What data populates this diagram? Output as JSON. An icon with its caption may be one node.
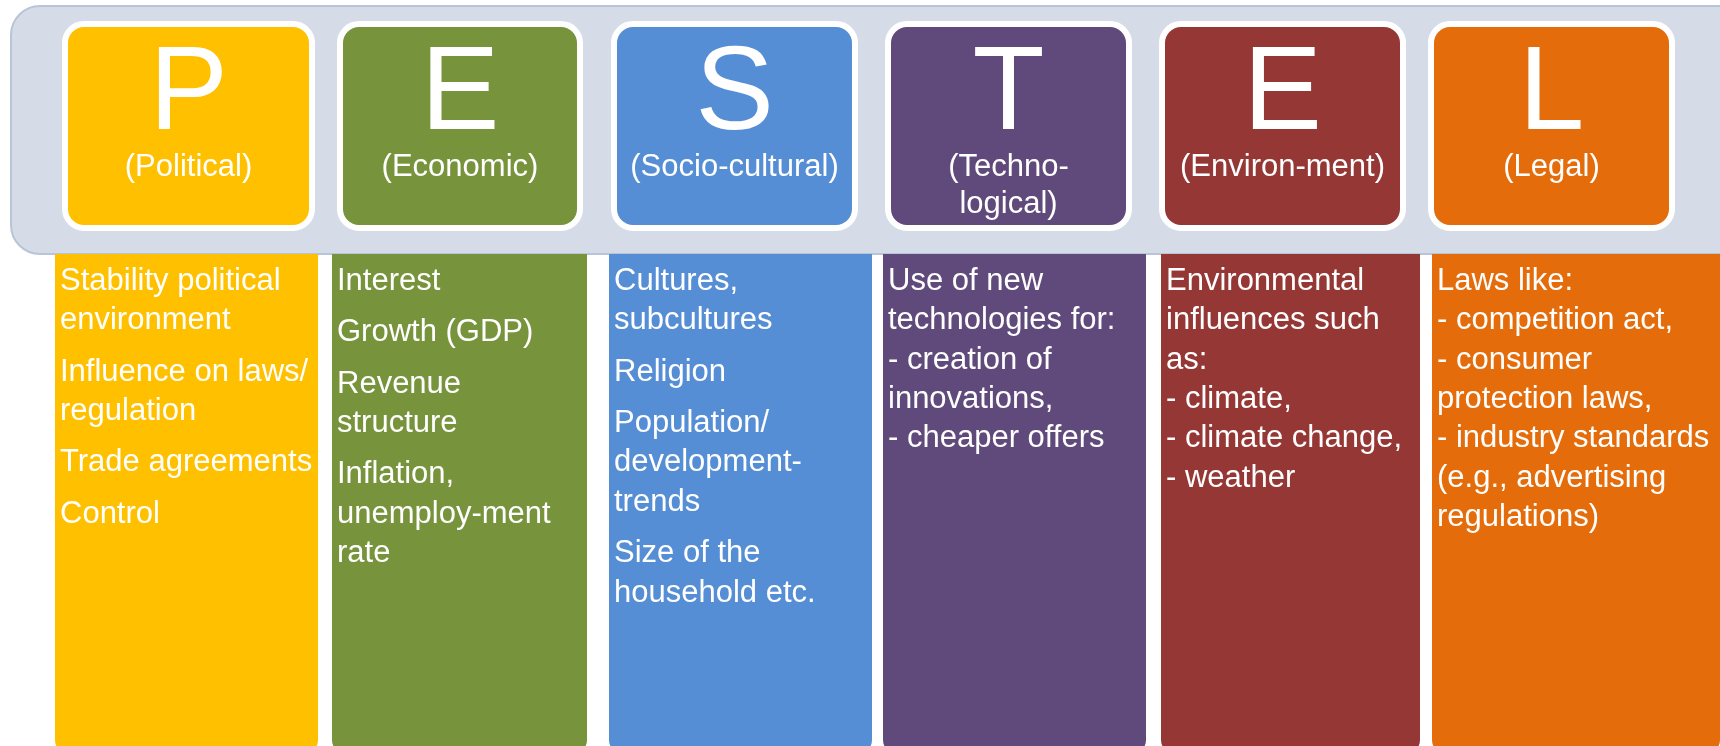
{
  "diagram": {
    "nodes": [
      {
        "text": [],
        "shape": "band"
      },
      {
        "text": [
          "P",
          "(Political)"
        ],
        "in": 0
      },
      {
        "text": [
          "E",
          "(Economic)"
        ],
        "in": 0
      },
      {
        "text": [
          "S",
          "(Socio-cultural)"
        ],
        "in": 0
      },
      {
        "text": [
          "T",
          "(Techno-logical)"
        ],
        "in": 0
      },
      {
        "text": [
          "E",
          "(Environ-ment)"
        ],
        "in": 0
      },
      {
        "text": [
          "L",
          "(Legal)"
        ],
        "in": 0
      },
      {
        "text": [
          "Stability political environment",
          "Influence on laws/ regulation",
          "Trade agreements",
          "Control"
        ]
      },
      {
        "text": [
          "Interest",
          "Growth (GDP)",
          "Revenue structure",
          "Inflation, unemploy-ment rate"
        ]
      },
      {
        "text": [
          "Cultures, subcultures",
          "Religion",
          "Population/ development-trends",
          "Size of the household etc."
        ]
      },
      {
        "text": [
          "Use of new technologies for:",
          "- creation of innovations,",
          "- cheaper offers"
        ]
      },
      {
        "text": [
          "Environmental influences such as:",
          "- climate,",
          "- climate change,",
          "- weather"
        ]
      },
      {
        "text": [
          "Laws like:",
          "- competition act,",
          "- consumer protection laws,",
          "- industry standards (e.g., advertising regulations)"
        ]
      }
    ]
  }
}
